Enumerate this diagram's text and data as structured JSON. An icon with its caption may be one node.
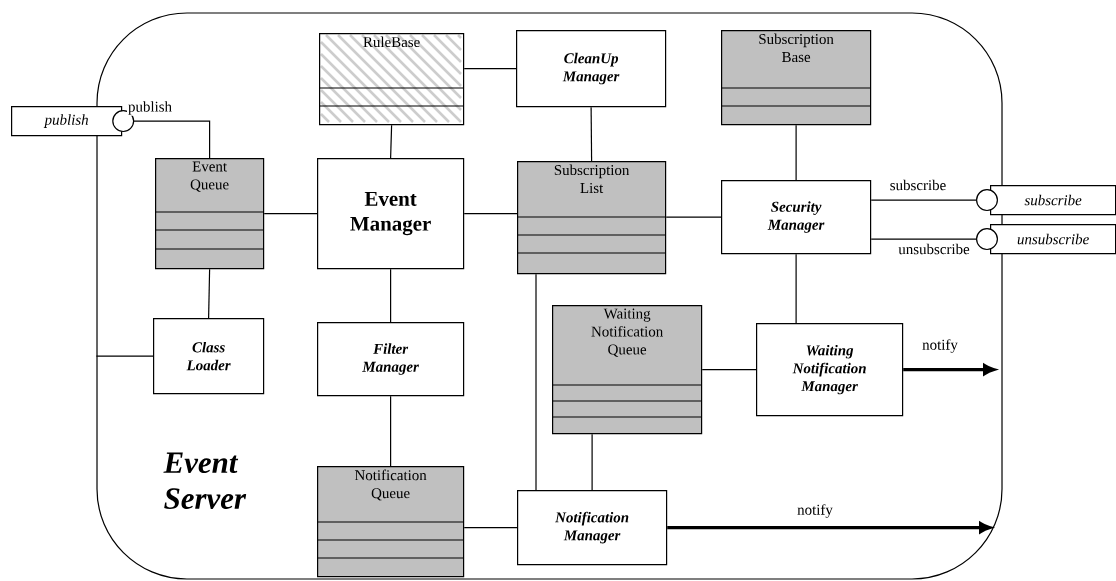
{
  "diagram": {
    "nodes": [
      {
        "text": [
          "Event Server"
        ]
      },
      {
        "text": [
          "publish"
        ]
      },
      {
        "text": [
          "RuleBase"
        ],
        "in": 0
      },
      {
        "text": [
          "CleanUp Manager"
        ],
        "in": 0
      },
      {
        "text": [
          "Subscription Base"
        ],
        "in": 0
      },
      {
        "text": [
          "Event Queue"
        ],
        "in": 0
      },
      {
        "text": [
          "Event Manager"
        ],
        "in": 0
      },
      {
        "text": [
          "Subscription List"
        ],
        "in": 0
      },
      {
        "text": [
          "Security Manager"
        ],
        "in": 0
      },
      {
        "text": [
          "subscribe"
        ]
      },
      {
        "text": [
          "unsubscribe"
        ]
      },
      {
        "text": [
          "Class Loader"
        ],
        "in": 0
      },
      {
        "text": [
          "Filter Manager"
        ],
        "in": 0
      },
      {
        "text": [
          "Waiting Notification Queue"
        ],
        "in": 0
      },
      {
        "text": [
          "Waiting Notification Manager"
        ],
        "in": 0
      },
      {
        "text": [
          "Notification Queue"
        ],
        "in": 0
      },
      {
        "text": [
          "Notification Manager"
        ],
        "in": 0
      }
    ],
    "edges": [
      {
        "from": 5,
        "to": 1,
        "arrow": "other",
        "label": "publish"
      },
      {
        "from": 2,
        "to": 3,
        "arrow": "none"
      },
      {
        "from": 2,
        "to": 6,
        "arrow": "none"
      },
      {
        "from": 3,
        "to": 7,
        "arrow": "none"
      },
      {
        "from": 4,
        "to": 8,
        "arrow": "none"
      },
      {
        "from": 5,
        "to": 6,
        "arrow": "none"
      },
      {
        "from": 6,
        "to": 7,
        "arrow": "none"
      },
      {
        "from": 7,
        "to": 8,
        "arrow": "none"
      },
      {
        "from": 8,
        "to": 9,
        "arrow": "other",
        "label": "subscribe"
      },
      {
        "from": 8,
        "to": 10,
        "arrow": "other",
        "label": "unsubscribe"
      },
      {
        "from": 5,
        "to": 11,
        "arrow": "none"
      },
      {
        "from": 6,
        "to": 12,
        "arrow": "none"
      },
      {
        "from": 8,
        "to": 14,
        "arrow": "none"
      },
      {
        "from": 13,
        "to": 14,
        "arrow": "none"
      },
      {
        "from": 12,
        "to": 15,
        "arrow": "none"
      },
      {
        "from": 13,
        "to": 16,
        "arrow": "none"
      },
      {
        "from": 15,
        "to": 16,
        "arrow": "none"
      },
      {
        "from": 7,
        "to": 16,
        "arrow": "none"
      },
      {
        "from": 14,
        "to": null,
        "arrow": "to",
        "label": "notify",
        "style": "thick"
      },
      {
        "from": 16,
        "to": null,
        "arrow": "to",
        "label": "notify",
        "style": "thick"
      },
      {
        "from": 0,
        "to": 11,
        "arrow": "none"
      }
    ]
  }
}
